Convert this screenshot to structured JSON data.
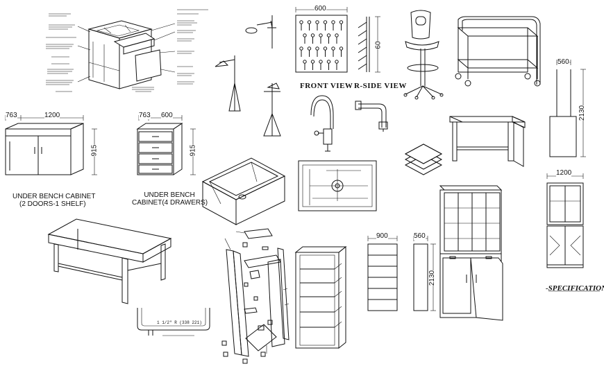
{
  "drawing": {
    "labels": {
      "under_bench_2door_line1": "UNDER BENCH CABINET",
      "under_bench_2door_line2": "(2 DOORS-1 SHELF)",
      "under_bench_4drawer_line1": "UNDER BENCH",
      "under_bench_4drawer_line2": "CABINET(4 DRAWERS)",
      "front_view": "FRONT VIEW",
      "side_view": "R-SIDE VIEW",
      "specifications": "-SPECIFICATIONS:"
    },
    "dimensions": {
      "cab2_depth": "763",
      "cab2_width": "1200",
      "cab2_height": "915",
      "cab4_depth": "763",
      "cab4_width": "600",
      "cab4_height": "915",
      "pegboard_width": "600",
      "pegboard_side": "60",
      "tall_unit_depth": "560",
      "tall_unit_height": "2130",
      "wall_cab_width": "1200",
      "shelf_width": "900",
      "shelf_depth": "560",
      "shelf_height": "2130"
    },
    "sink_notes": {
      "drain_note": "1 1/2\" R (338 221)"
    }
  }
}
